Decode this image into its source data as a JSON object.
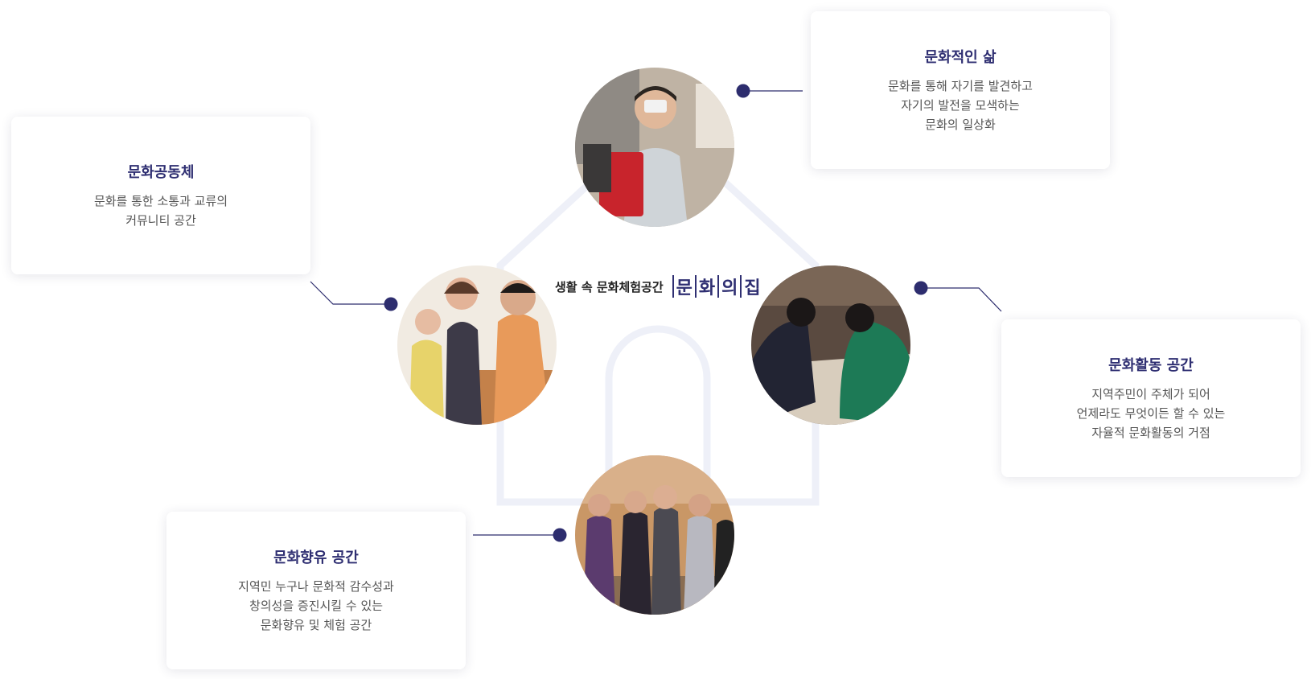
{
  "center": {
    "text": "생활 속 문화체험공간",
    "logo": [
      "문",
      "화",
      "의",
      "집"
    ]
  },
  "cards": {
    "cultural_life": {
      "title": "문화적인 삶",
      "lines": [
        "문화를 통해 자기를 발견하고",
        "자기의 발전을 모색하는",
        "문화의 일상화"
      ]
    },
    "community": {
      "title": "문화공동체",
      "lines": [
        "문화를 통한 소통과 교류의",
        "커뮤니티 공간"
      ]
    },
    "activity": {
      "title": "문화활동 공간",
      "lines": [
        "지역주민이 주체가 되어",
        "언제라도 무엇이든 할 수 있는",
        "자율적 문화활동의 거점"
      ]
    },
    "enjoyment": {
      "title": "문화향유 공간",
      "lines": [
        "지역민 누구나 문화적 감수성과",
        "창의성을 증진시킬 수 있는",
        "문화향유 및 체험 공간"
      ]
    }
  },
  "colors": {
    "accent": "#2f2f72",
    "dot": "#2d2d6e",
    "house_outline": "#eef0f8"
  }
}
